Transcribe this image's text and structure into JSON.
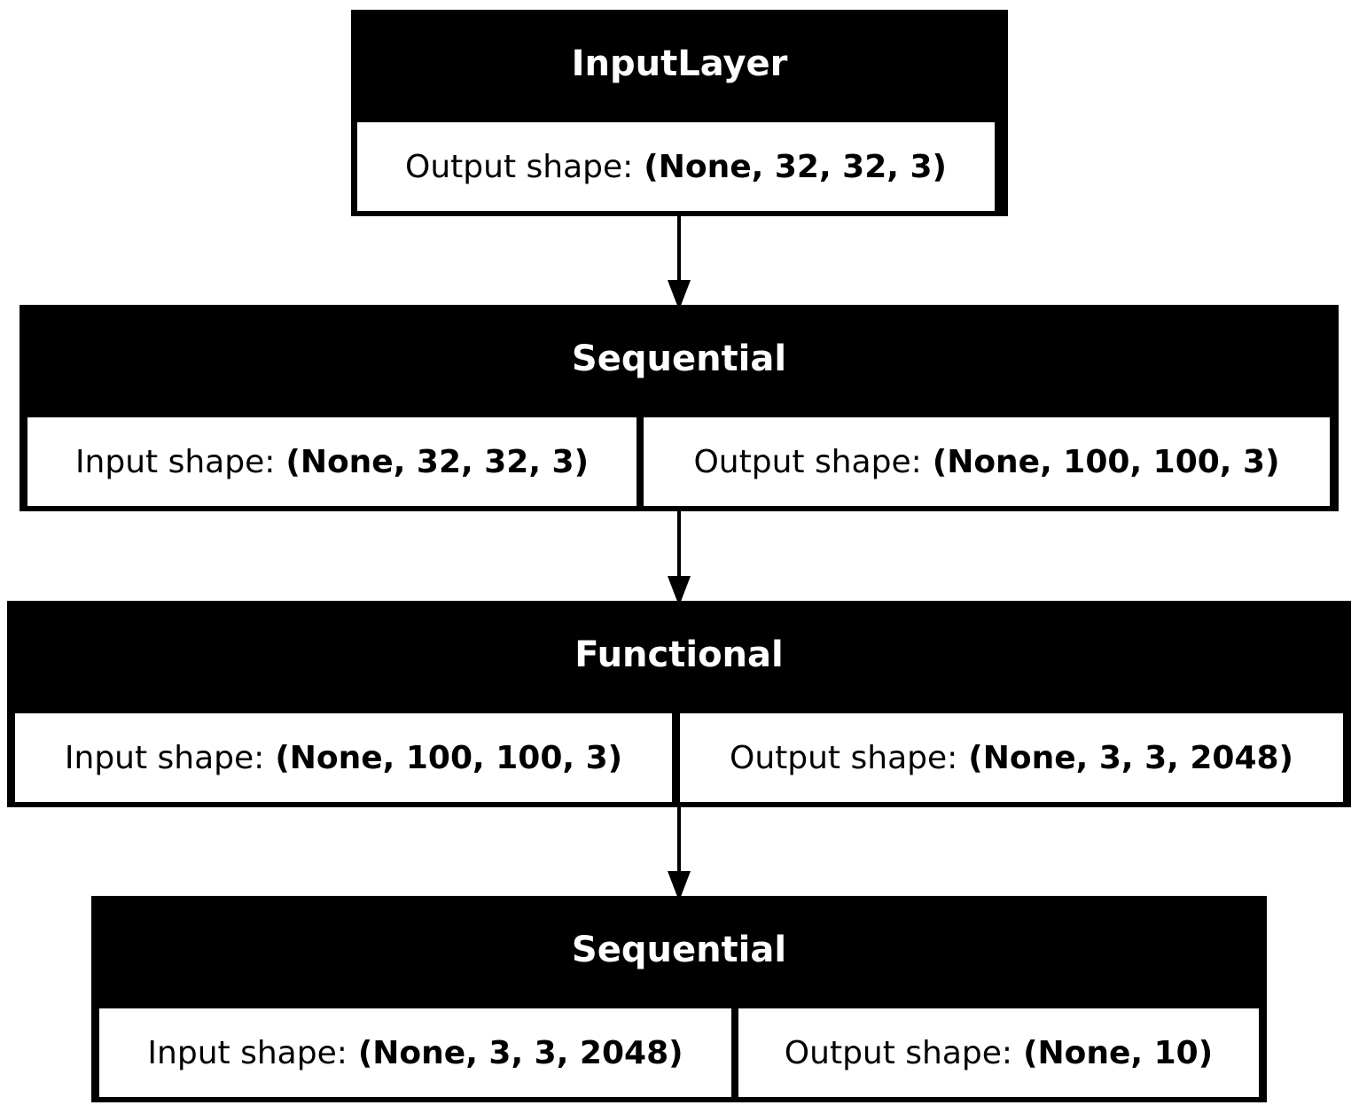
{
  "nodes": [
    {
      "title": "InputLayer",
      "cells": [
        {
          "label": "Output shape:",
          "value": "(None, 32, 32, 3)"
        }
      ]
    },
    {
      "title": "Sequential",
      "cells": [
        {
          "label": "Input shape:",
          "value": "(None, 32, 32, 3)"
        },
        {
          "label": "Output shape:",
          "value": "(None, 100, 100, 3)"
        }
      ]
    },
    {
      "title": "Functional",
      "cells": [
        {
          "label": "Input shape:",
          "value": "(None, 100, 100, 3)"
        },
        {
          "label": "Output shape:",
          "value": "(None, 3, 3, 2048)"
        }
      ]
    },
    {
      "title": "Sequential",
      "cells": [
        {
          "label": "Input shape:",
          "value": "(None, 3, 3, 2048)"
        },
        {
          "label": "Output shape:",
          "value": "(None, 10)"
        }
      ]
    }
  ],
  "edges": [
    {
      "from": 0,
      "to": 1
    },
    {
      "from": 1,
      "to": 2
    },
    {
      "from": 2,
      "to": 3
    }
  ]
}
